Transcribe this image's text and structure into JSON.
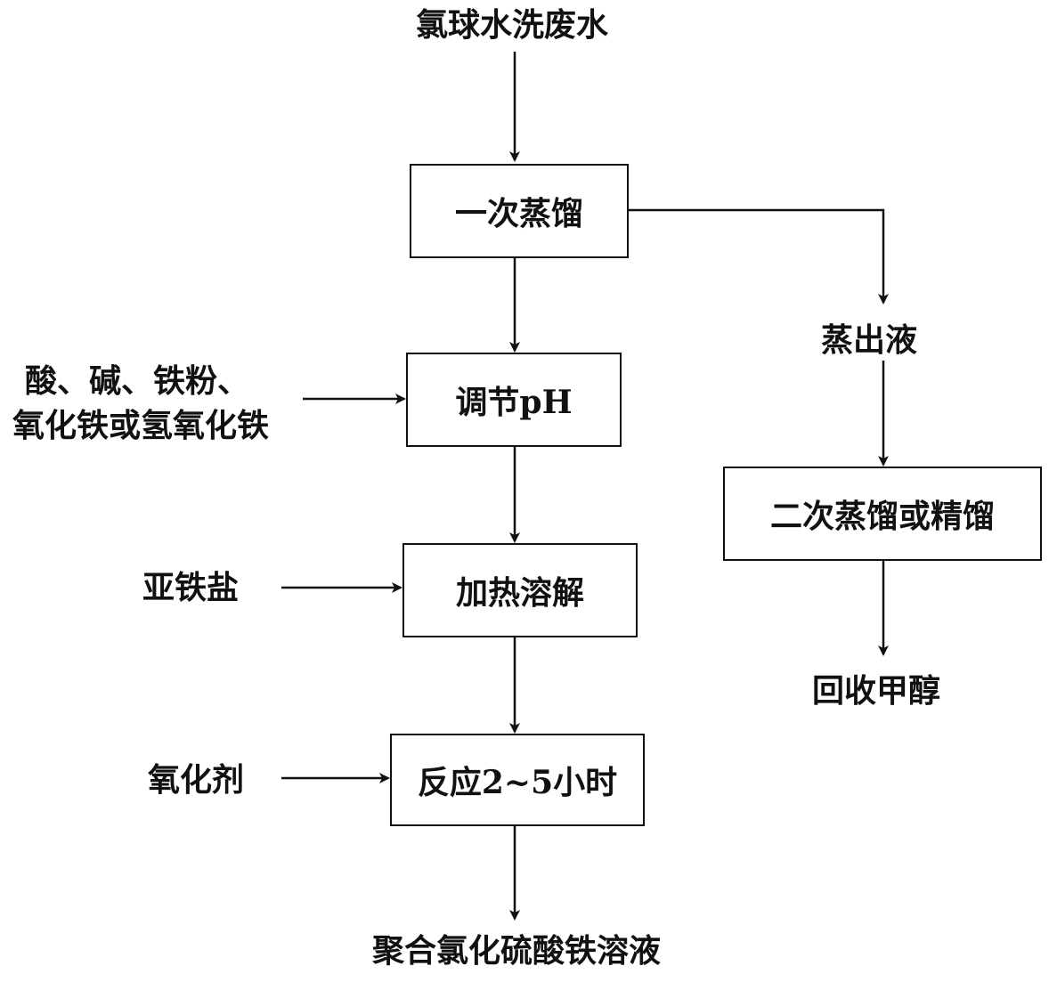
{
  "source_label": "氯球水洗废水",
  "boxes": {
    "first_distill": "一次蒸馏",
    "adjust_ph": "调节pH",
    "heat_dissolve": "加热溶解",
    "react": "反应2~5小时",
    "second_distill": "二次蒸馏或精馏"
  },
  "inputs": {
    "ph_agents_line1": "酸、碱、铁粉、",
    "ph_agents_line2": "氧化铁或氢氧化铁",
    "ferrous_salt": "亚铁盐",
    "oxidant": "氧化剂"
  },
  "outputs": {
    "distillate": "蒸出液",
    "recover_methanol": "回收甲醇",
    "product": "聚合氯化硫酸铁溶液"
  },
  "colors": {
    "line": "#111111",
    "background": "#ffffff"
  }
}
